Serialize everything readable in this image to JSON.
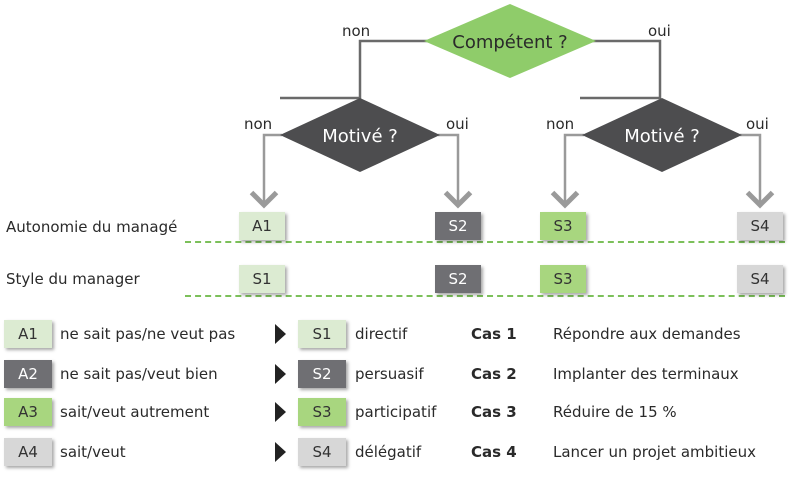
{
  "flow": {
    "question_top": "Compétent ?",
    "question_left": "Motivé ?",
    "question_right": "Motivé ?",
    "branch_non": "non",
    "branch_oui": "oui"
  },
  "rows": {
    "autonomie_label": "Autonomie du managé",
    "style_label": "Style du manager",
    "autonomie": [
      "A1",
      "S2",
      "S3",
      "S4"
    ],
    "style": [
      "S1",
      "S2",
      "S3",
      "S4"
    ]
  },
  "legend": [
    {
      "a_code": "A1",
      "a_text": "ne sait pas/ne veut pas",
      "s_code": "S1",
      "s_text": "directif",
      "cas": "Cas 1",
      "desc": "Répondre aux demandes"
    },
    {
      "a_code": "A2",
      "a_text": "ne sait pas/veut bien",
      "s_code": "S2",
      "s_text": "persuasif",
      "cas": "Cas 2",
      "desc": "Implanter des terminaux"
    },
    {
      "a_code": "A3",
      "a_text": "sait/veut autrement",
      "s_code": "S3",
      "s_text": "participatif",
      "cas": "Cas 3",
      "desc": "Réduire de 15 %"
    },
    {
      "a_code": "A4",
      "a_text": "sait/veut",
      "s_code": "S4",
      "s_text": "délégatif",
      "cas": "Cas 4",
      "desc": "Lancer un projet ambitieux"
    }
  ],
  "colors": {
    "green_light": "#dcebd2",
    "green": "#a8d67f",
    "dark_gray": "#6f6f73",
    "light_gray": "#d7d7d7",
    "diamond_green": "#8fcc6a",
    "diamond_dark": "#4d4d4f",
    "dashed_line": "#7cc05a"
  }
}
